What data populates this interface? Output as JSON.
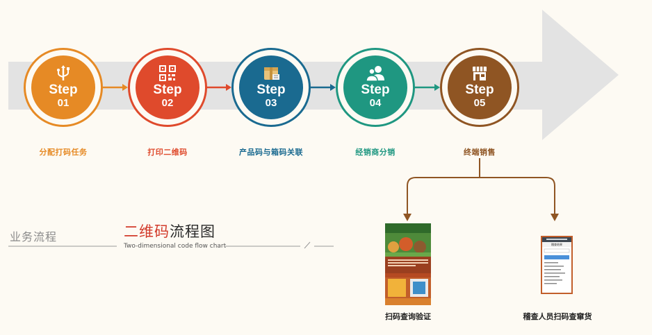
{
  "colors": {
    "step1": "#e68a25",
    "step2": "#df4a2c",
    "step3": "#1a6a90",
    "step4": "#1f9781",
    "step5": "#8f5523",
    "band": "#e3e3e3",
    "connector": "#8f5523",
    "title_red": "#d23a2a"
  },
  "steps": [
    {
      "word": "Step",
      "num": "01",
      "label": "分配打码任务",
      "icon": "usb-icon"
    },
    {
      "word": "Step",
      "num": "02",
      "label": "打印二维码",
      "icon": "qr-code-icon"
    },
    {
      "word": "Step",
      "num": "03",
      "label": "产品码与箱码关联",
      "icon": "box-icon"
    },
    {
      "word": "Step",
      "num": "04",
      "label": "经销商分销",
      "icon": "users-icon"
    },
    {
      "word": "Step",
      "num": "05",
      "label": "终端销售",
      "icon": "store-icon"
    }
  ],
  "section_label": "业务流程",
  "title": {
    "red": "二维码",
    "dark": "流程图",
    "subtitle": "Two-dimensional code flow chart"
  },
  "outcomes": [
    {
      "caption": "扫码查询验证"
    },
    {
      "caption": "稽查人员扫码查窜货"
    }
  ],
  "phone2": {
    "header": "稽查结果"
  }
}
